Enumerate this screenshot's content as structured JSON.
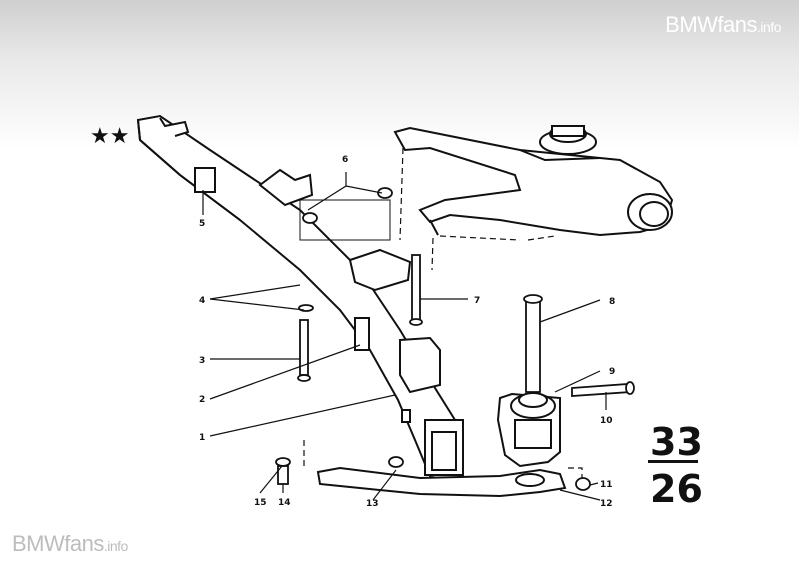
{
  "watermark": {
    "brand": "BMWfans",
    "suffix": ".info"
  },
  "markers": {
    "stars": "★★"
  },
  "page_ref": {
    "group": "33",
    "page": "26"
  },
  "callouts": [
    "1",
    "2",
    "3",
    "4",
    "5",
    "6",
    "7",
    "8",
    "9",
    "10",
    "11",
    "12",
    "13",
    "14",
    "15"
  ]
}
